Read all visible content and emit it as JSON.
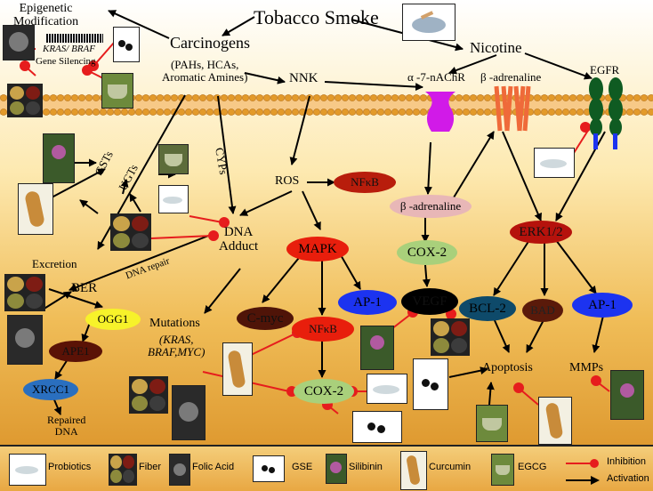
{
  "title": "Tobacco Smoke",
  "nodes": {
    "epigenetic": "Epigenetic\nModification",
    "kras_braf": "KRAS/ BRAF",
    "gene_silencing": "Gene Silencing",
    "carcinogens": "Carcinogens",
    "carcinogens_sub": "(PAHs, HCAs,\nAromatic Amines)",
    "nnk": "NNK",
    "nicotine": "Nicotine",
    "a7nachr": "α -7-nAChR",
    "b_adrenaline_top": "β -adrenaline",
    "egfr": "EGFR",
    "gsts": "GSTs",
    "ugts": "UGTs",
    "cyps": "CYPs",
    "ros": "ROS",
    "nfkb_top": "NFκB",
    "b_adrenaline_mid": "β -adrenaline",
    "dna_adduct": "DNA\nAdduct",
    "dna_repair": "DNA repair",
    "excretion": "Excretion",
    "ber": "BER",
    "ogg1": "OGG1",
    "ape1": "APE1",
    "xrcc1": "XRCC1",
    "repaired_dna": "Repaired\nDNA",
    "mutations": "Mutations",
    "mutations_sub": "(KRAS,\nBRAF,MYC)",
    "mapk": "MAPK",
    "cox2_mid": "COX-2",
    "erk12": "ERK1/2",
    "c_myc": "C-myc",
    "nfkb_mid": "NFκB",
    "ap1_mid": "AP-1",
    "vegf": "VEGF",
    "bcl2": "BCL-2",
    "bad": "BAD",
    "ap1_right": "AP-1",
    "cox2_low": "COX-2",
    "apoptosis": "Apoptosis",
    "mmps": "MMPs"
  },
  "legend": {
    "items": [
      {
        "label": "Probiotics",
        "icon": "probiotics-icon"
      },
      {
        "label": "Fiber",
        "icon": "fiber-icon"
      },
      {
        "label": "Folic Acid",
        "icon": "folic-acid-icon"
      },
      {
        "label": "GSE",
        "icon": "gse-icon"
      },
      {
        "label": "Silibinin",
        "icon": "silibinin-icon"
      },
      {
        "label": "Curcumin",
        "icon": "curcumin-icon"
      },
      {
        "label": "EGCG",
        "icon": "egcg-icon"
      }
    ],
    "inhibition": "Inhibition",
    "activation": "Activation"
  },
  "colors": {
    "nfkb": "#b81d0c",
    "mapk": "#e81e0c",
    "cox2": "#a9d07b",
    "erk": "#b5120c",
    "c_myc": "#4f1408",
    "ap1": "#1c33f0",
    "vegf": "#000000",
    "bcl2": "#0e4a6a",
    "bad": "#5a1a0a",
    "ogg1": "#f7f22a",
    "ape1": "#5a1206",
    "xrcc1": "#2a6fbf",
    "b_adrenaline_mid": "#e8b7b7",
    "receptor_a7": "#d11ae8",
    "receptor_beta": "#ef6a3a",
    "receptor_egfr": "#0f5b22",
    "inhibition": "#e61d1d",
    "activation": "#000000"
  }
}
